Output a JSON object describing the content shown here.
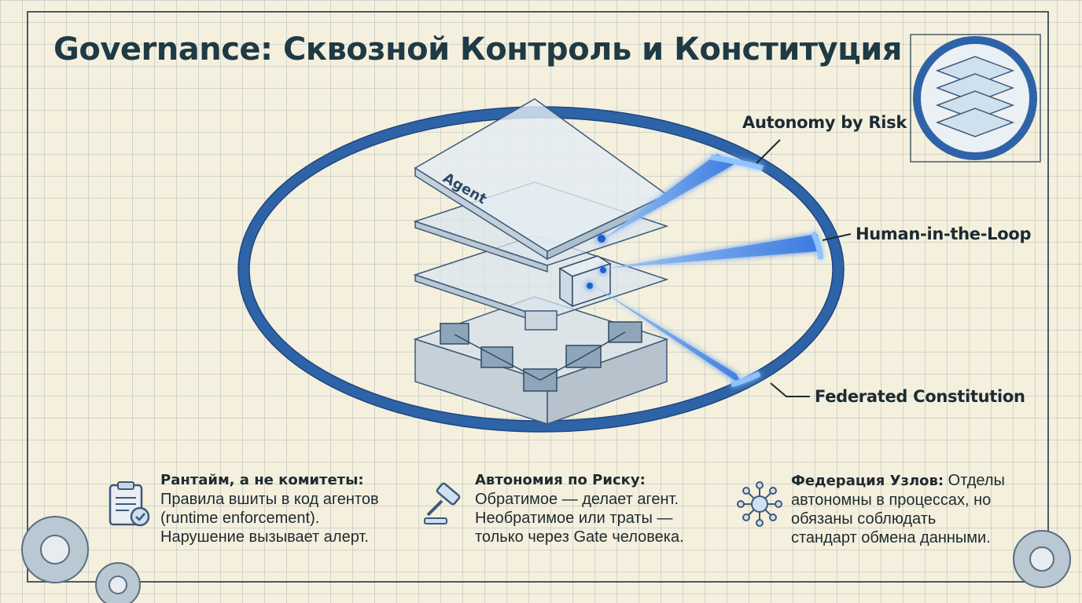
{
  "title": "Governance: Сквозной Контроль и Конституция",
  "diagram": {
    "layer_label": "Agent",
    "callouts": {
      "autonomy": "Autonomy by Risk",
      "human": "Human-in-the-Loop",
      "federated": "Federated Constitution"
    },
    "colors": {
      "ring": "#2f63a8",
      "beam": "#3a7be0",
      "ink": "#1f3a44"
    }
  },
  "cards": [
    {
      "heading": "Рантайм, а не комитеты:",
      "lines": [
        "Правила вшиты в код агентов",
        "(runtime enforcement).",
        "Нарушение вызывает алерт."
      ],
      "icon": "clipboard-check-icon"
    },
    {
      "heading": "Автономия по Риску:",
      "lines": [
        "Обратимое — делает агент.",
        "Необратимое или траты —",
        "только через Gate человека."
      ],
      "icon": "gavel-icon"
    },
    {
      "heading": "Федерация Узлов:",
      "heading_rest": " Отделы",
      "lines": [
        "автономны в процессах, но",
        "обязаны соблюдать",
        "стандарт обмена данными."
      ],
      "icon": "network-nodes-icon"
    }
  ]
}
